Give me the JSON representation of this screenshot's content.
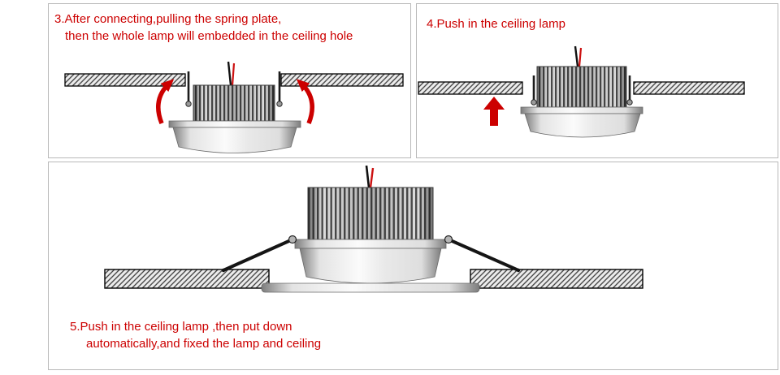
{
  "steps": {
    "step3": {
      "line1": "3.After connecting,pulling the spring plate,",
      "line2": "then the whole lamp will embedded in the ceiling hole"
    },
    "step4": {
      "line1": "4.Push in the ceiling lamp"
    },
    "step5": {
      "line1": "5.Push in the ceiling lamp ,then put down",
      "line2": "automatically,and fixed the lamp and ceiling"
    }
  },
  "colors": {
    "caption_text": "#cc0000",
    "arrow": "#cc0000",
    "wire_red": "#cc1111",
    "line_black": "#1a1a1a"
  }
}
